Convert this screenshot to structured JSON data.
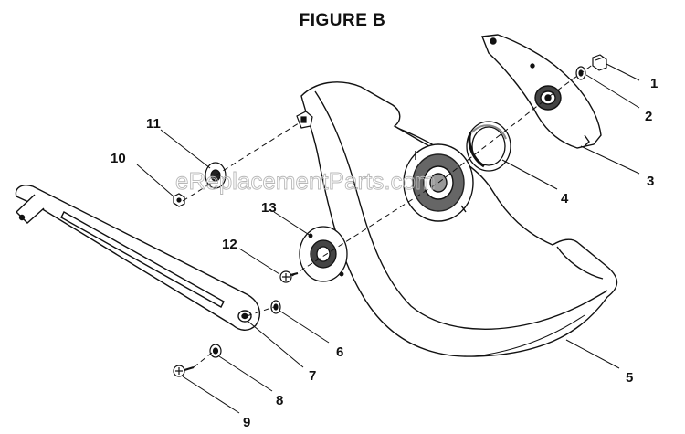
{
  "figure": {
    "title": "FIGURE B"
  },
  "watermark": "eReplacementParts.com",
  "callouts": [
    {
      "id": "1",
      "label": "1"
    },
    {
      "id": "2",
      "label": "2"
    },
    {
      "id": "3",
      "label": "3"
    },
    {
      "id": "4",
      "label": "4"
    },
    {
      "id": "5",
      "label": "5"
    },
    {
      "id": "6",
      "label": "6"
    },
    {
      "id": "7",
      "label": "7"
    },
    {
      "id": "8",
      "label": "8"
    },
    {
      "id": "9",
      "label": "9"
    },
    {
      "id": "10",
      "label": "10"
    },
    {
      "id": "11",
      "label": "11"
    },
    {
      "id": "12",
      "label": "12"
    },
    {
      "id": "13",
      "label": "13"
    }
  ],
  "colors": {
    "line": "#111111",
    "shade": "#555555",
    "watermark": "#b8b8b8"
  }
}
